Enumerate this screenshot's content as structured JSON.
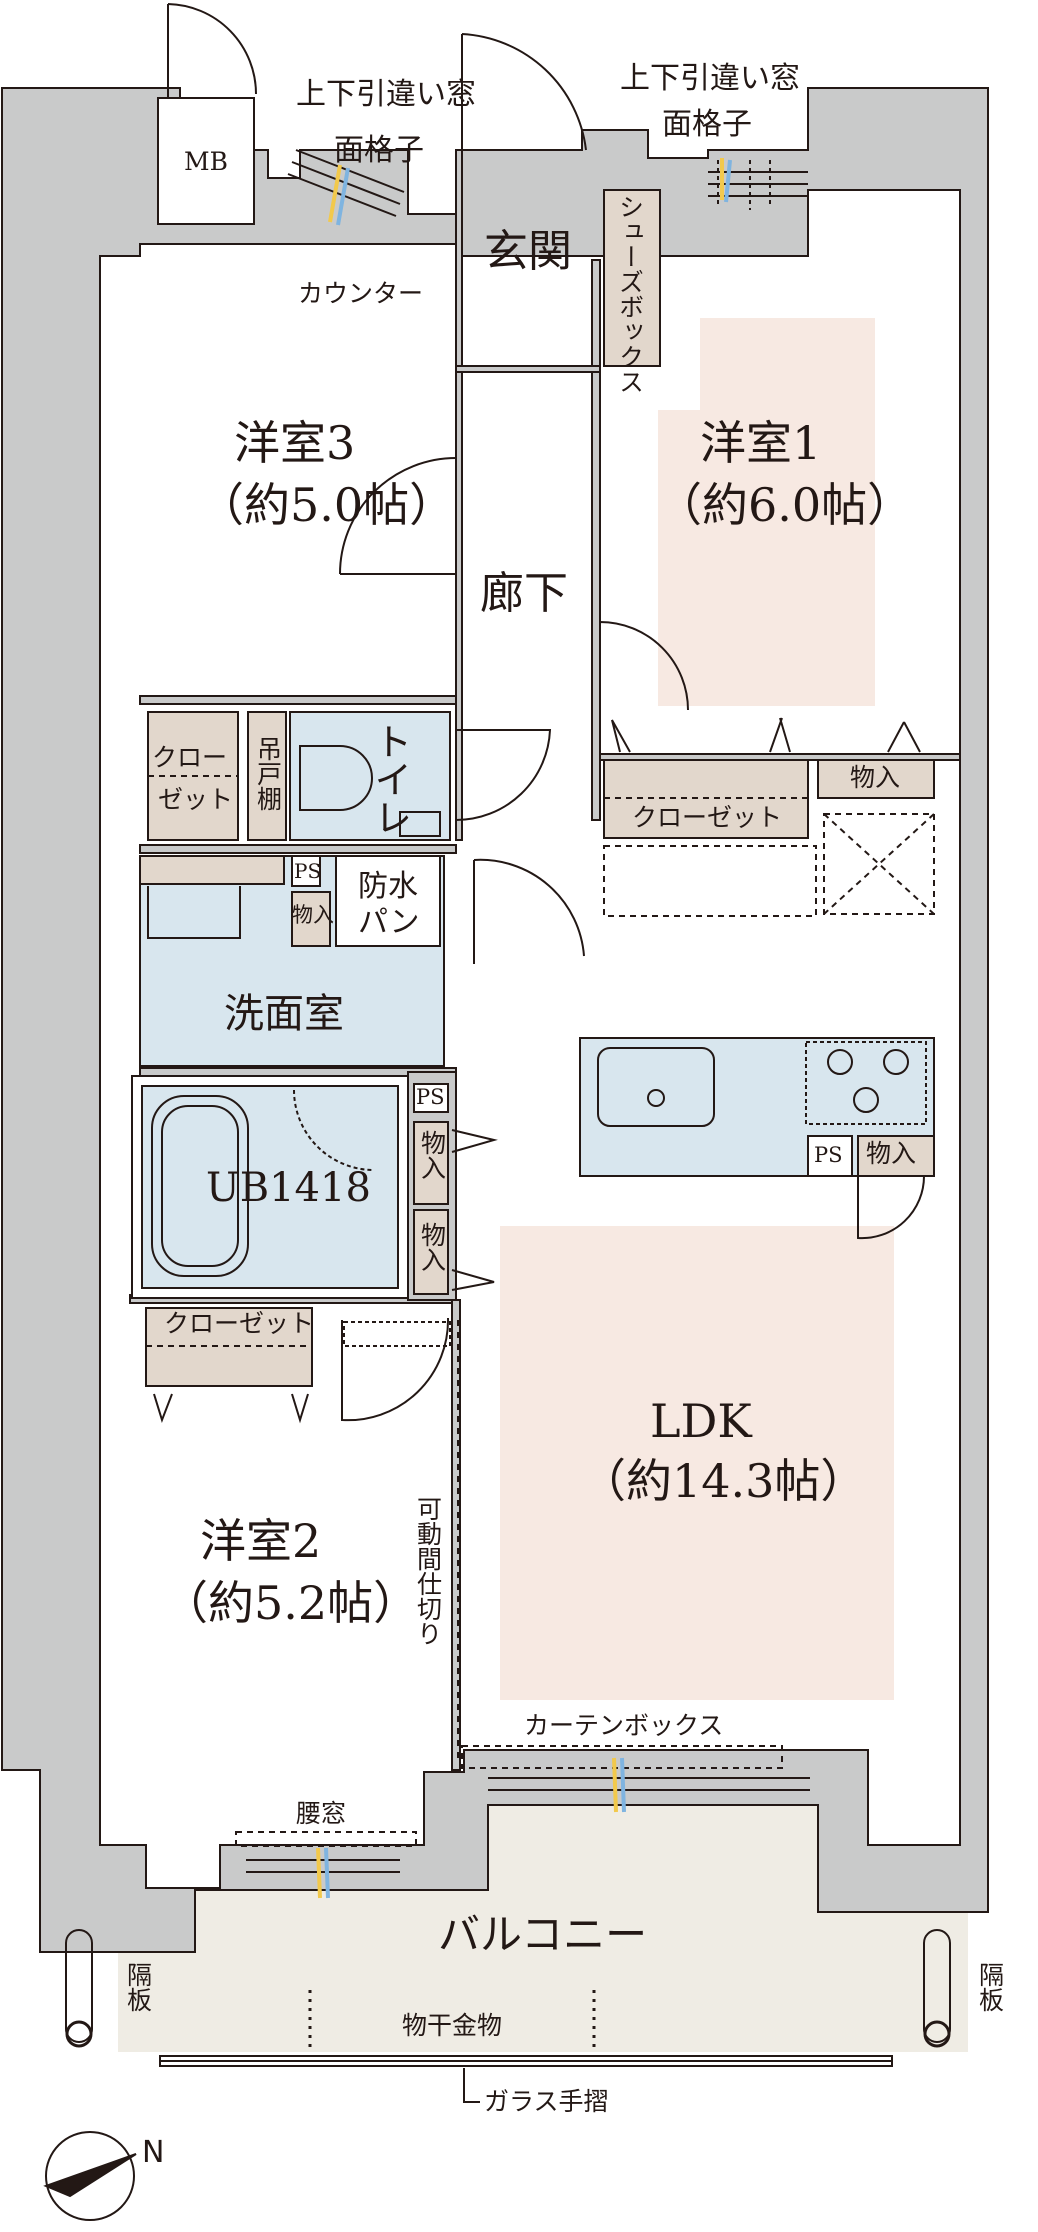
{
  "labels": {
    "mb": "MB",
    "window_left": "上下引違い窓",
    "window_right": "上下引違い窓",
    "lattice_left": "面格子",
    "lattice_right": "面格子",
    "counter": "カウンター",
    "entrance": "玄関",
    "shoe_box": "シューズボックス",
    "room3_name": "洋室3",
    "room3_size": "（約5.0帖）",
    "room1_name": "洋室1",
    "room1_size": "（約6.0帖）",
    "hallway": "廊下",
    "closet_left_1": "クロー",
    "closet_left_2": "ゼット",
    "hanging_shelf": "吊戸棚",
    "toilet": "トイレ",
    "closet_room1": "クローゼット",
    "storage_top": "物入",
    "ps_1": "PS",
    "storage_wash": "物入",
    "waterproof_pan_1": "防水",
    "waterproof_pan_2": "パン",
    "washroom": "洗面室",
    "ps_2": "PS",
    "storage_ub_1": "物入",
    "storage_ub_2": "物入",
    "bath": "UB1418",
    "ps_3": "PS",
    "storage_kitchen": "物入",
    "closet_room2": "クローゼット",
    "movable_partition": "可動間仕切り",
    "ldk_name": "LDK",
    "ldk_size": "（約14.3帖）",
    "room2_name": "洋室2",
    "room2_size": "（約5.2帖）",
    "curtain_box": "カーテンボックス",
    "waist_window": "腰窓",
    "balcony": "バルコニー",
    "partition_left": "隔板",
    "partition_right": "隔板",
    "clothes_pole": "物干金物",
    "glass_rail": "ガラス手摺",
    "north": "N"
  },
  "colors": {
    "wall": "#c9caca",
    "line": "#231815",
    "wet_area": "#d8e6ee",
    "storage": "#e2d7cc",
    "floor_highlight": "#f7e9e2",
    "balcony": "#efece4",
    "white": "#ffffff",
    "window_yellow": "#f2c94c",
    "window_blue": "#7fb4e0"
  }
}
